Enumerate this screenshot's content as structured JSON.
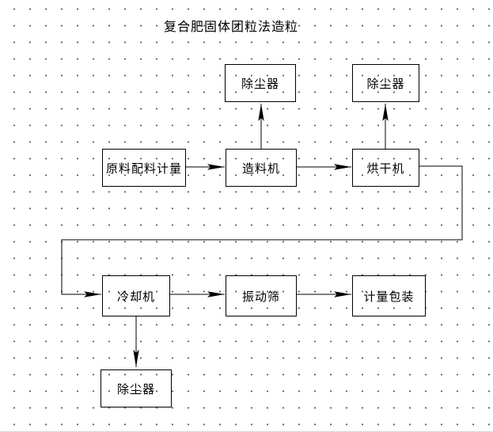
{
  "title": "复合肥固体团粒法造粒",
  "nodes": {
    "dust_top_left": {
      "label": "除尘器"
    },
    "dust_top_right": {
      "label": "除尘器"
    },
    "raw_material": {
      "label": "原料配料计量"
    },
    "granulator": {
      "label": "造料机"
    },
    "dryer": {
      "label": "烘干机"
    },
    "cooler": {
      "label": "冷却机"
    },
    "vibrating_screen": {
      "label": "振动筛"
    },
    "metering_packaging": {
      "label": "计量包装"
    },
    "dust_bottom": {
      "label": "除尘器"
    }
  },
  "edges": [
    {
      "from": "raw_material",
      "to": "granulator"
    },
    {
      "from": "granulator",
      "to": "dust_top_left"
    },
    {
      "from": "granulator",
      "to": "dryer"
    },
    {
      "from": "dryer",
      "to": "dust_top_right"
    },
    {
      "from": "dryer",
      "to": "cooler"
    },
    {
      "from": "cooler",
      "to": "vibrating_screen"
    },
    {
      "from": "cooler",
      "to": "dust_bottom"
    },
    {
      "from": "vibrating_screen",
      "to": "metering_packaging"
    }
  ],
  "colors": {
    "line": "#000000",
    "background": "#ffffff",
    "grid_dot": "#4a4a4a"
  }
}
